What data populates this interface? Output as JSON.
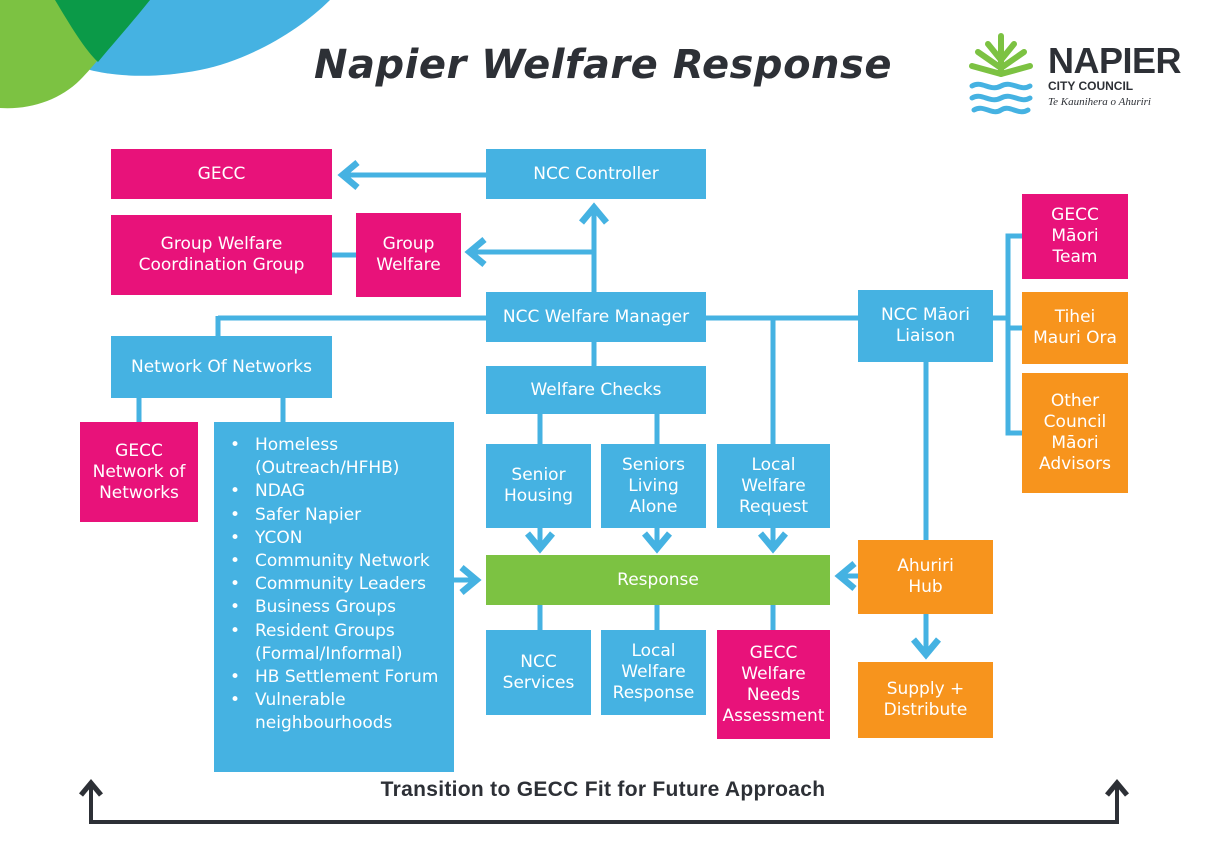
{
  "title": "Napier Welfare Response",
  "logo": {
    "name": "NAPIER",
    "sub": "CITY COUNCIL",
    "tagline": "Te Kaunihera o Ahuriri"
  },
  "colors": {
    "blue": "#45b2e2",
    "pink": "#e8127a",
    "orange": "#f7941d",
    "green": "#7cc242",
    "dark": "#2d3036"
  },
  "nodes": {
    "gecc": "GECC",
    "ncc_controller": "NCC Controller",
    "group_welfare_coordination": "Group Welfare\nCoordination Group",
    "group_welfare": "Group\nWelfare",
    "ncc_welfare_manager": "NCC Welfare Manager",
    "network_of_networks": "Network Of Networks",
    "gecc_network_of_networks": "GECC\nNetwork of\nNetworks",
    "welfare_checks": "Welfare Checks",
    "senior_housing": "Senior\nHousing",
    "seniors_living_alone": "Seniors\nLiving\nAlone",
    "local_welfare_request": "Local\nWelfare\nRequest",
    "response": "Response",
    "ncc_services": "NCC\nServices",
    "local_welfare_response": "Local\nWelfare\nResponse",
    "gecc_welfare_needs": "GECC\nWelfare\nNeeds\nAssessment",
    "ncc_maori_liaison": "NCC Māori\nLiaison",
    "gecc_maori_team": "GECC\nMāori\nTeam",
    "tihei_mauri_ora": "Tihei\nMauri Ora",
    "other_council_maori": "Other\nCouncil\nMāori\nAdvisors",
    "ahuriri_hub": "Ahuriri\nHub",
    "supply_distribute": "Supply +\nDistribute"
  },
  "networks_list": [
    "Homeless (Outreach/HFHB)",
    "NDAG",
    "Safer Napier",
    "YCON",
    "Community Network",
    "Community Leaders",
    "Business Groups",
    "Resident Groups (Formal/Informal)",
    "HB Settlement Forum",
    "Vulnerable neighbourhoods"
  ],
  "footer": "Transition to GECC Fit for Future Approach"
}
